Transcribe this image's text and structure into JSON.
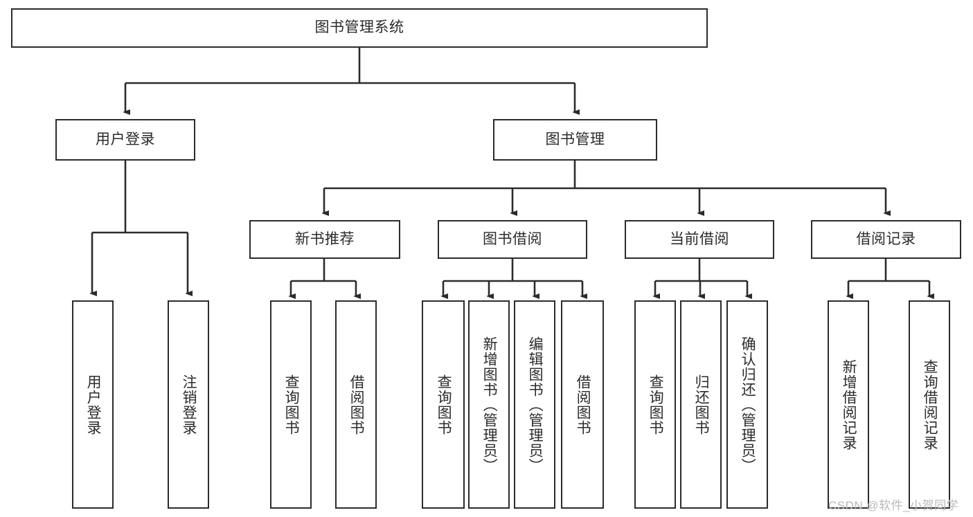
{
  "diagram": {
    "title": "图书管理系统",
    "type": "hierarchy-tree",
    "root": {
      "label": "图书管理系统"
    },
    "level2": [
      {
        "label": "用户登录"
      },
      {
        "label": "图书管理"
      }
    ],
    "level3": [
      {
        "label": "新书推荐"
      },
      {
        "label": "图书借阅"
      },
      {
        "label": "当前借阅"
      },
      {
        "label": "借阅记录"
      }
    ],
    "leaves": {
      "user_login": [
        {
          "label": "用户登录"
        },
        {
          "label": "注销登录"
        }
      ],
      "new_book_recommend": [
        {
          "label": "查询图书"
        },
        {
          "label": "借阅图书"
        }
      ],
      "book_borrow": [
        {
          "label": "查询图书"
        },
        {
          "label": "新增图书（管理员）"
        },
        {
          "label": "编辑图书（管理员）"
        },
        {
          "label": "借阅图书"
        }
      ],
      "current_borrow": [
        {
          "label": "查询图书"
        },
        {
          "label": "归还图书"
        },
        {
          "label": "确认归还（管理员）"
        }
      ],
      "borrow_record": [
        {
          "label": "新增借阅记录"
        },
        {
          "label": "查询借阅记录"
        }
      ]
    }
  },
  "watermark": {
    "text": "CSDN @软件_小贺同学"
  },
  "colors": {
    "stroke": "#2b2b2b",
    "text": "#2b2b2b",
    "background": "#ffffff",
    "watermark": "#b9b9b9"
  }
}
